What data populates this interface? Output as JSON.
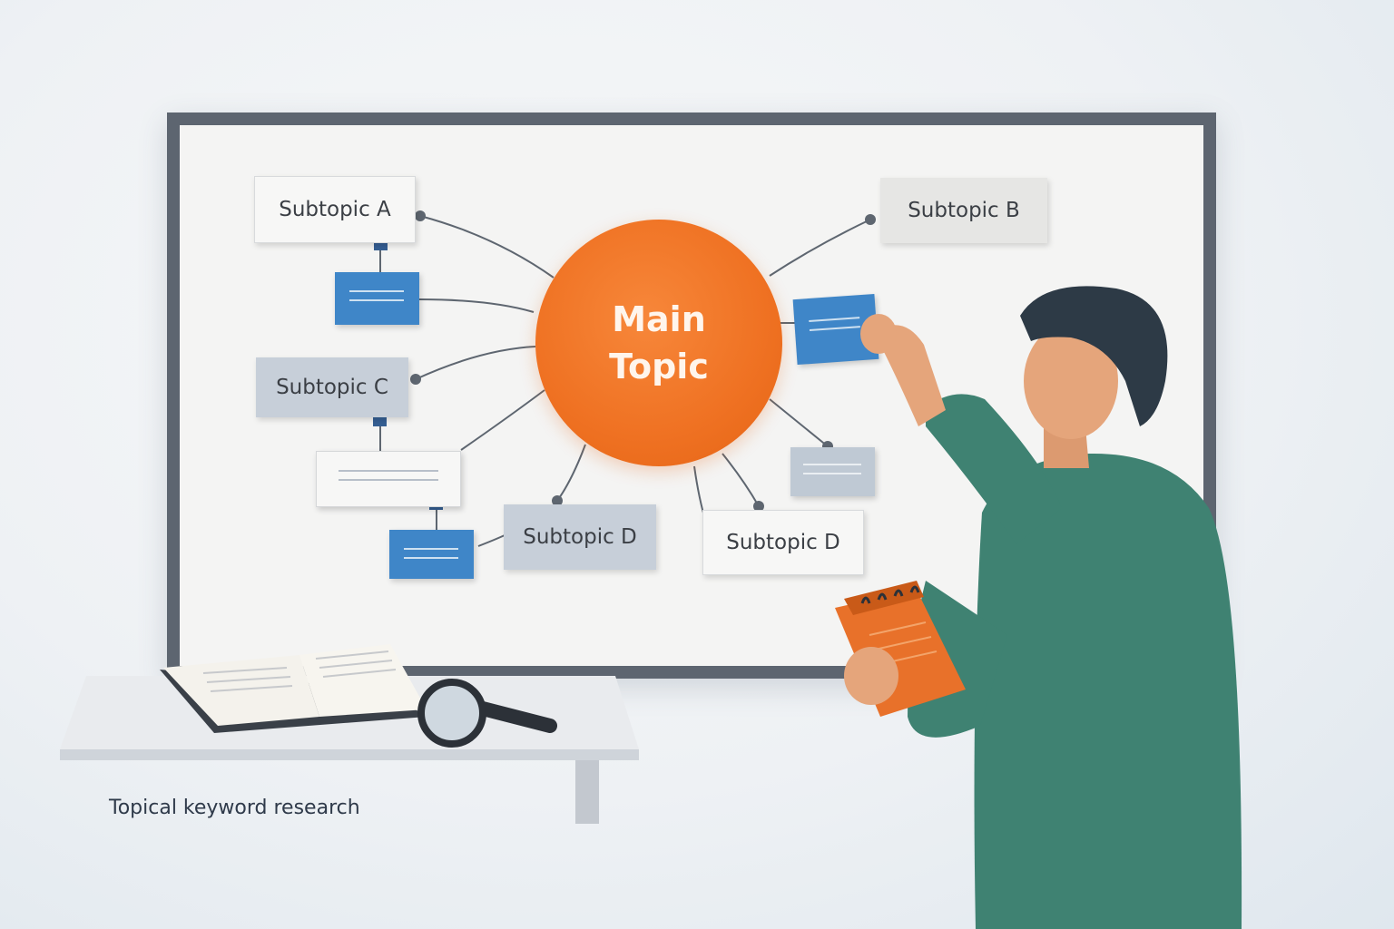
{
  "diagram": {
    "main_topic": "Main\nTopic",
    "subtopics": [
      "Subtopic A",
      "Subtopic B",
      "Subtopic C",
      "Subtopic D",
      "Subtopic D"
    ]
  },
  "caption": "Topical keyword research",
  "colors": {
    "main_topic": "#ef7122",
    "note_blue": "#3f86c8",
    "board_frame": "#5d6570",
    "shirt": "#3f8272"
  }
}
